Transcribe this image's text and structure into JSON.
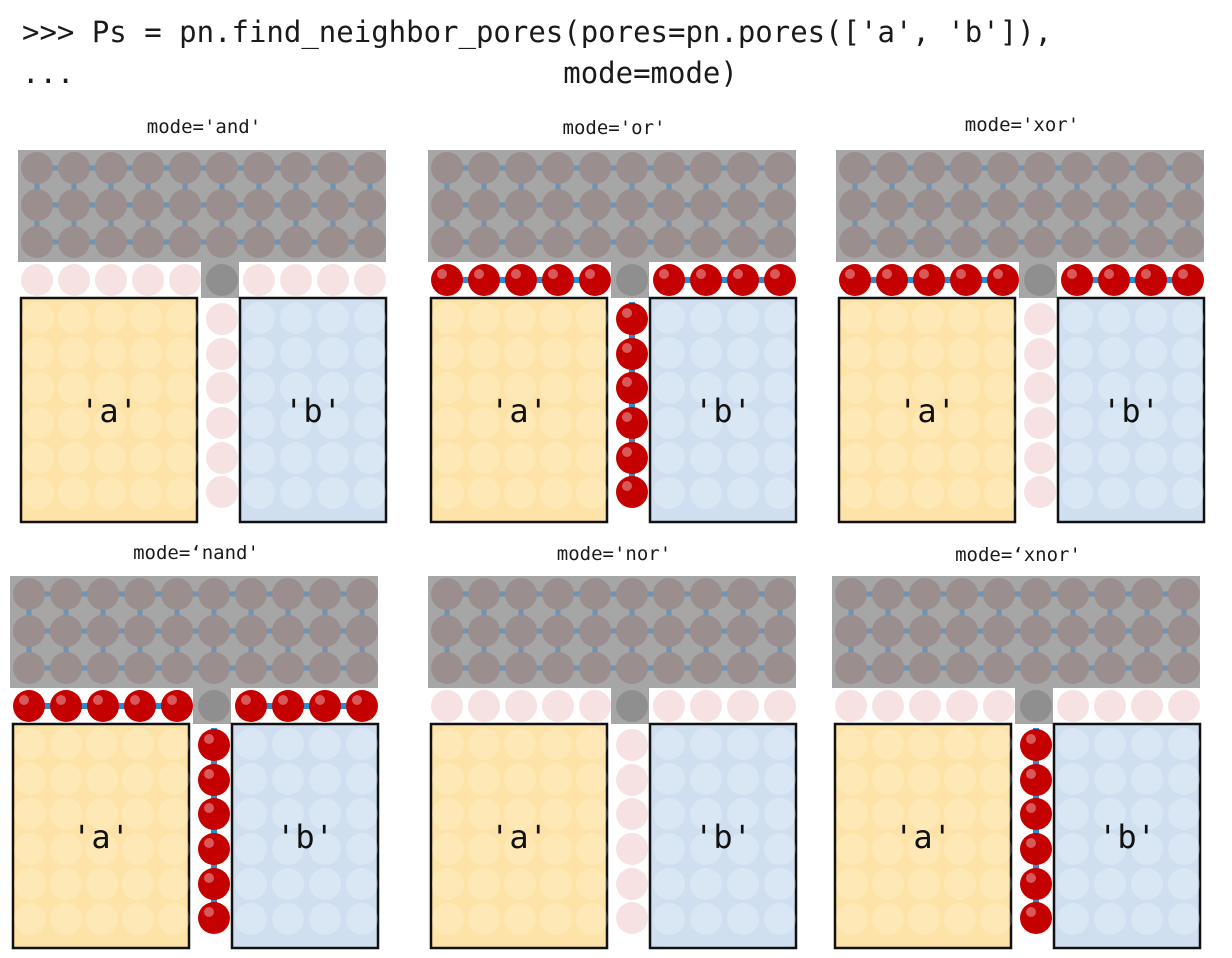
{
  "code": {
    "line1": ">>> Ps = pn.find_neighbor_pores(pores=pn.pores(['a', 'b']),",
    "line2": "...                            mode=mode)"
  },
  "region_labels": {
    "a": "'a'",
    "b": "'b'"
  },
  "colors": {
    "region_a": "#fde3a7",
    "region_b": "#cfdff0",
    "gray_block": "#a6a6a6",
    "pore_gray": "#9b8e8e",
    "pore_faded": "#f6e2e2",
    "pore_selected": "#c40000",
    "throat": "#2a8bd0"
  },
  "panels": [
    {
      "mode": "and",
      "caption": "mode='and'",
      "selected": "none"
    },
    {
      "mode": "or",
      "caption": "mode='or'",
      "selected": "row_and_column"
    },
    {
      "mode": "xor",
      "caption": "mode='xor'",
      "selected": "row"
    },
    {
      "mode": "nand",
      "caption": "mode=‘nand'",
      "selected": "row_and_column"
    },
    {
      "mode": "nor",
      "caption": "mode='nor'",
      "selected": "none"
    },
    {
      "mode": "xnor",
      "caption": "mode=‘xnor'",
      "selected": "column"
    }
  ]
}
